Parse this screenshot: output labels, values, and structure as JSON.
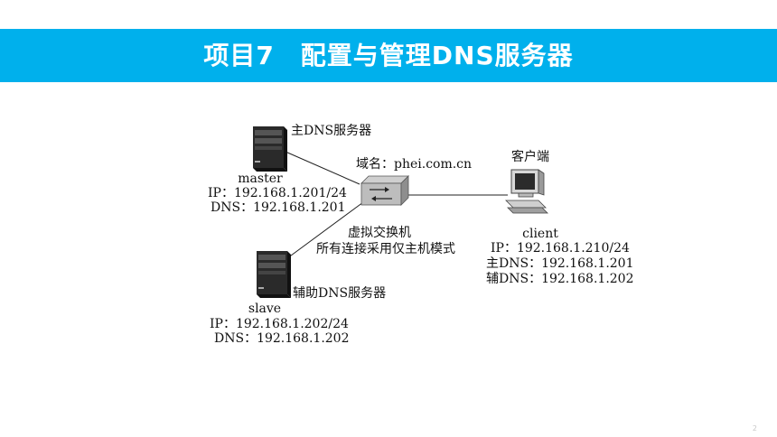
{
  "header": {
    "title": "项目7　配置与管理DNS服务器"
  },
  "diagram": {
    "master": {
      "role": "主DNS服务器",
      "hostname": "master",
      "ip": "IP：192.168.1.201/24",
      "dns": "DNS：192.168.1.201"
    },
    "slave": {
      "role": "辅助DNS服务器",
      "hostname": "slave",
      "ip": "IP：192.168.1.202/24",
      "dns": "DNS：192.168.1.202"
    },
    "switch": {
      "domain": "域名：phei.com.cn",
      "name": "虚拟交换机",
      "mode": "所有连接采用仅主机模式"
    },
    "client": {
      "role": "客户端",
      "hostname": "client",
      "ip": "IP：192.168.1.210/24",
      "primary_dns": "主DNS：192.168.1.201",
      "secondary_dns": "辅DNS：192.168.1.202"
    }
  },
  "footer": {
    "page_number": "2"
  },
  "colors": {
    "banner": "#00b0ec",
    "banner_text": "#ffffff"
  }
}
